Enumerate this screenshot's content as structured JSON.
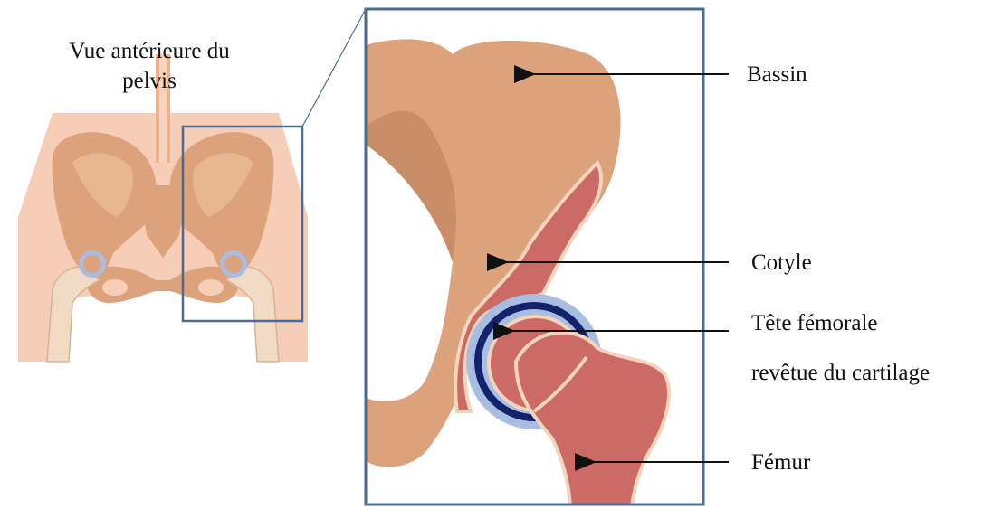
{
  "title": {
    "line1": "Vue antérieure du",
    "line2": "pelvis"
  },
  "labels": {
    "bassin": "Bassin",
    "cotyle": "Cotyle",
    "tete_line1": "Tête fémorale",
    "tete_line2": "revêtue du cartilage",
    "femur": "Fémur"
  },
  "colors": {
    "skin": "#f6cdb6",
    "bone": "#dca27c",
    "bone_dark": "#b97c57",
    "marrow": "#cc6a65",
    "cartilage": "#a9bde3",
    "cartilage_dark": "#14216b",
    "frame": "#4a6c92"
  }
}
